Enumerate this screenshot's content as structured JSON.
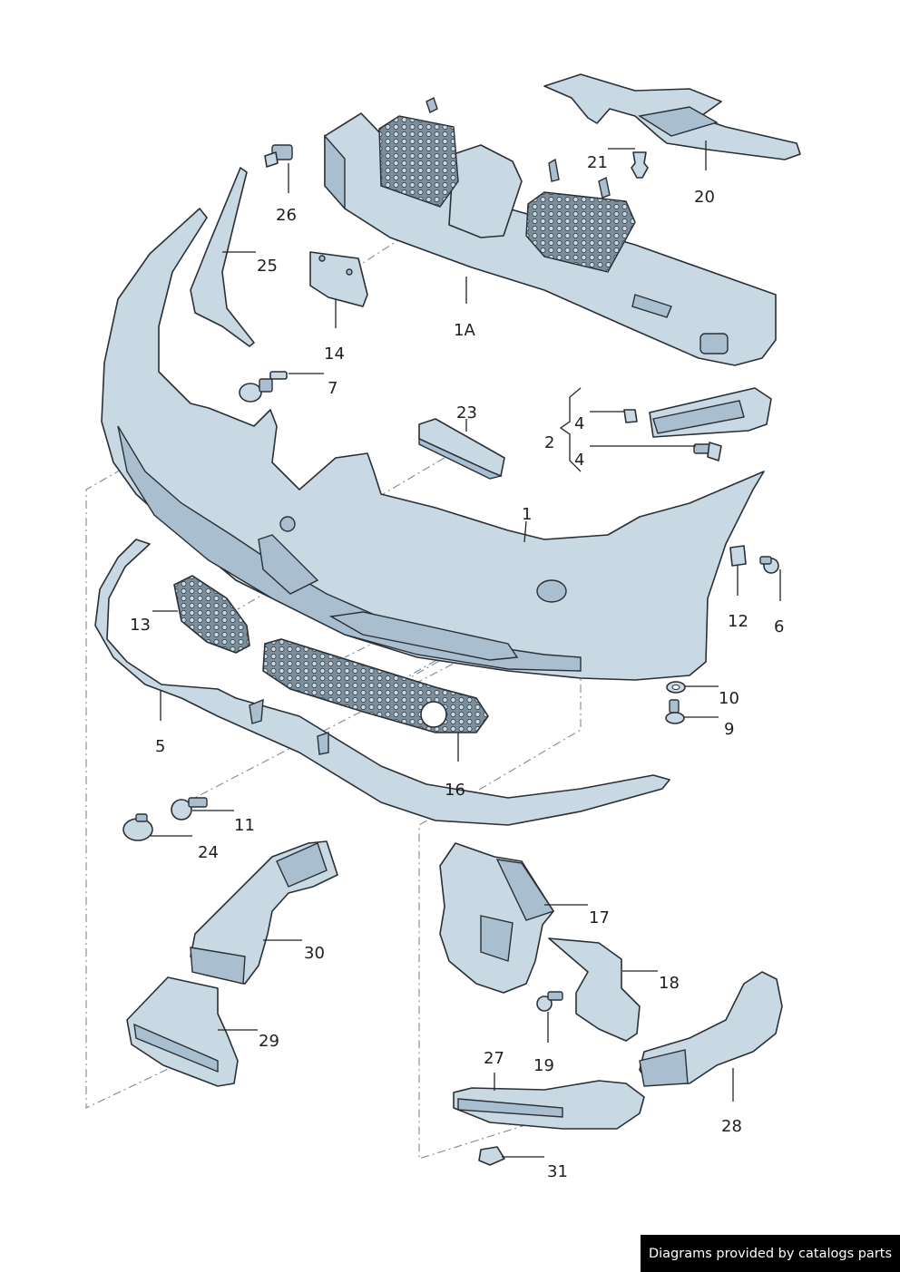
{
  "labels": {
    "l1": "1",
    "l1a": "1A",
    "l2": "2",
    "l4a": "4",
    "l4b": "4",
    "l5": "5",
    "l6": "6",
    "l7": "7",
    "l9": "9",
    "l10": "10",
    "l11": "11",
    "l12": "12",
    "l13": "13",
    "l14": "14",
    "l16": "16",
    "l17": "17",
    "l18": "18",
    "l19": "19",
    "l20": "20",
    "l21": "21",
    "l23": "23",
    "l24": "24",
    "l25": "25",
    "l26": "26",
    "l27": "27",
    "l28": "28",
    "l29": "29",
    "l30": "30",
    "l31": "31"
  },
  "footer": {
    "credit": "Diagrams provided by catalogs parts"
  },
  "colors": {
    "part_fill": "#c9d9e4",
    "outline": "#2a2f35",
    "grille_mesh": "#7b8e9c",
    "credit_bg": "#000000"
  }
}
